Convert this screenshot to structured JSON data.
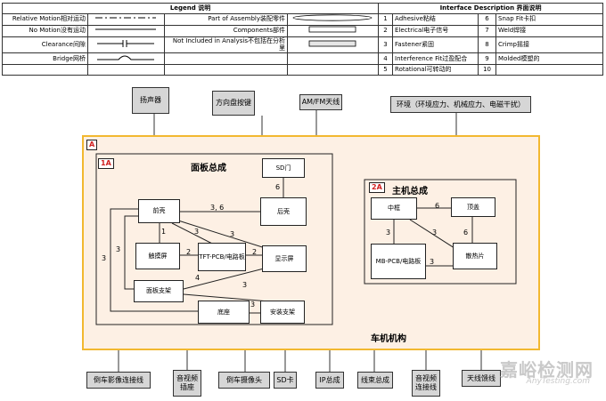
{
  "legend": {
    "title": "Legend 说明",
    "rows": [
      {
        "left": "Relative Motion相对运动",
        "right": "Part of Assembly装配零件"
      },
      {
        "left": "No Motion没有运动",
        "right": "Components部件"
      },
      {
        "left": "Clearance间隙",
        "right": "Not Included in Analysis不包括在分析里"
      },
      {
        "left": "Bridge网桥",
        "right": ""
      }
    ]
  },
  "interface": {
    "title": "Interface Description 界面说明",
    "rows": [
      {
        "n1": "1",
        "l1": "Adhesive粘结",
        "n2": "6",
        "l2": "Snap Fit卡扣"
      },
      {
        "n1": "2",
        "l1": "Electrical电子信号",
        "n2": "7",
        "l2": "Weld焊接"
      },
      {
        "n1": "3",
        "l1": "Fastener紧固",
        "n2": "8",
        "l2": "Crimp摇接"
      },
      {
        "n1": "4",
        "l1": "Interference Fit过盈配合",
        "n2": "9",
        "l2": "Molded模塑的"
      },
      {
        "n1": "5",
        "l1": "Rotational可转动的",
        "n2": "10",
        "l2": ""
      }
    ]
  },
  "external_top": {
    "speaker": "扬声器",
    "steering": "方向盘按键",
    "antenna": "AM/FM天线",
    "environment": "环境（环境应力、机械应力、电磁干扰）"
  },
  "external_bottom": {
    "b1": "倒车影像连接线",
    "b2": "音视频插座",
    "b3": "倒车摄像头",
    "b4": "SD卡",
    "b5": "IP总成",
    "b6": "线束总成",
    "b7": "音视频连接线",
    "b8": "天线馈线"
  },
  "system": {
    "tag": "A",
    "name": "车机机构",
    "panel": {
      "tag": "1A",
      "title": "面板总成",
      "components": {
        "sd_door": "SD门",
        "front_shell": "前壳",
        "rear_shell": "后壳",
        "touch_screen": "触摸屏",
        "tft_pcb": "TFT-PCB/电路板",
        "display": "显示屏",
        "panel_bracket": "面板支架",
        "base": "底座",
        "mount_bracket": "安装支架"
      },
      "numbers": {
        "sd_rear": "6",
        "front_rear": "3, 6",
        "front_touch": "1",
        "front_tft": "3",
        "front_display": "3",
        "touch_tft": "2",
        "tft_display": "2",
        "display_bracket": "4",
        "bracket_mount": "3",
        "base_mount": "3",
        "left_loop": "3",
        "left_outer": "3"
      }
    },
    "host": {
      "tag": "2A",
      "title": "主机总成",
      "components": {
        "frame": "中框",
        "top_cover": "顶盖",
        "mb_pcb": "MB-PCB/电路板",
        "heatsink": "散热片"
      },
      "numbers": {
        "frame_cover": "6",
        "frame_pcb": "3",
        "frame_heatsink": "3",
        "cover_heatsink": "6",
        "pcb_heatsink": "3"
      }
    }
  },
  "watermark": {
    "cn": "嘉峪检测网",
    "en": "AnyTesting.com"
  }
}
